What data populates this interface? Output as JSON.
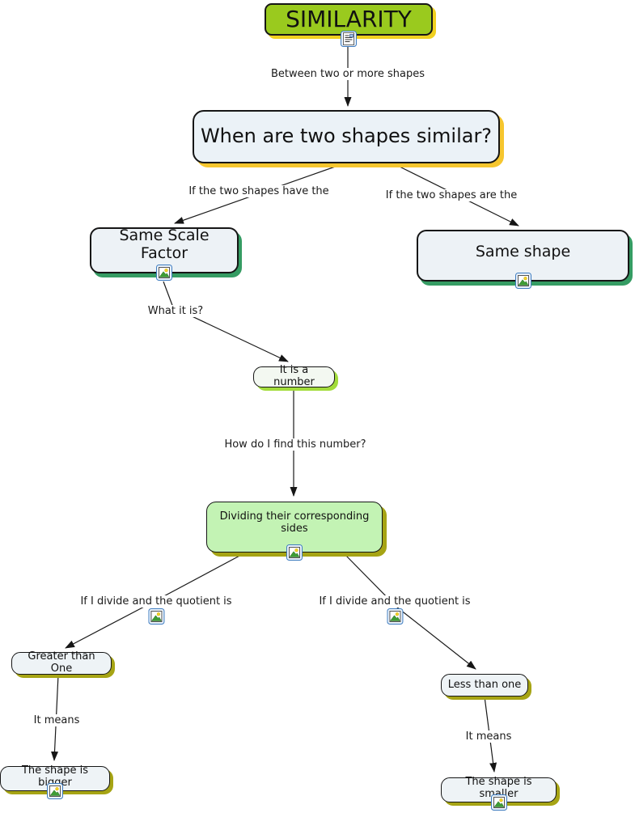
{
  "map": {
    "nodes": {
      "similarity": {
        "label": "SIMILARITY"
      },
      "when_are_two_shapes_similar": {
        "label": "When are two shapes similar?"
      },
      "same_scale_factor": {
        "label": "Same Scale Factor"
      },
      "same_shape": {
        "label": "Same shape"
      },
      "it_is_a_number": {
        "label": "It is a number"
      },
      "dividing_corresponding_sides": {
        "label": "Dividing their corresponding sides"
      },
      "greater_than_one": {
        "label": "Greater than One"
      },
      "less_than_one": {
        "label": "Less than one"
      },
      "shape_is_bigger": {
        "label": "The shape is bigger"
      },
      "shape_is_smaller": {
        "label": "The shape is smaller"
      }
    },
    "links": {
      "between_two_or_more_shapes": "Between two or more shapes",
      "if_two_shapes_have_the": "If the two shapes have the",
      "if_two_shapes_are_the": "If the two shapes are the",
      "what_it_is": "What it is?",
      "how_do_i_find_this_number": "How do I find this number?",
      "if_i_divide_quotient_left": "If I divide and the quotient is",
      "if_i_divide_quotient_right": "If I divide and the quotient is",
      "it_means_left": "It means",
      "it_means_right": "It means"
    },
    "icons": {
      "document_resource_icon": "document-with-image",
      "picture_resource_icon": "picture-mountain-sun"
    },
    "colors": {
      "similarity_fill": "#9aca1e",
      "similarity_shadow": "#f0d020",
      "question_fill": "#ebf2f7",
      "question_shadow": "#f6c62e",
      "concept_fill": "#edf2f6",
      "concept_shadow_green": "#359c63",
      "number_shadow": "#a2dc3a",
      "dividing_fill": "#c3f3b4",
      "olive_shadow": "#a6a414",
      "line_color": "#1a1a1a",
      "background": "#ffffff"
    }
  }
}
